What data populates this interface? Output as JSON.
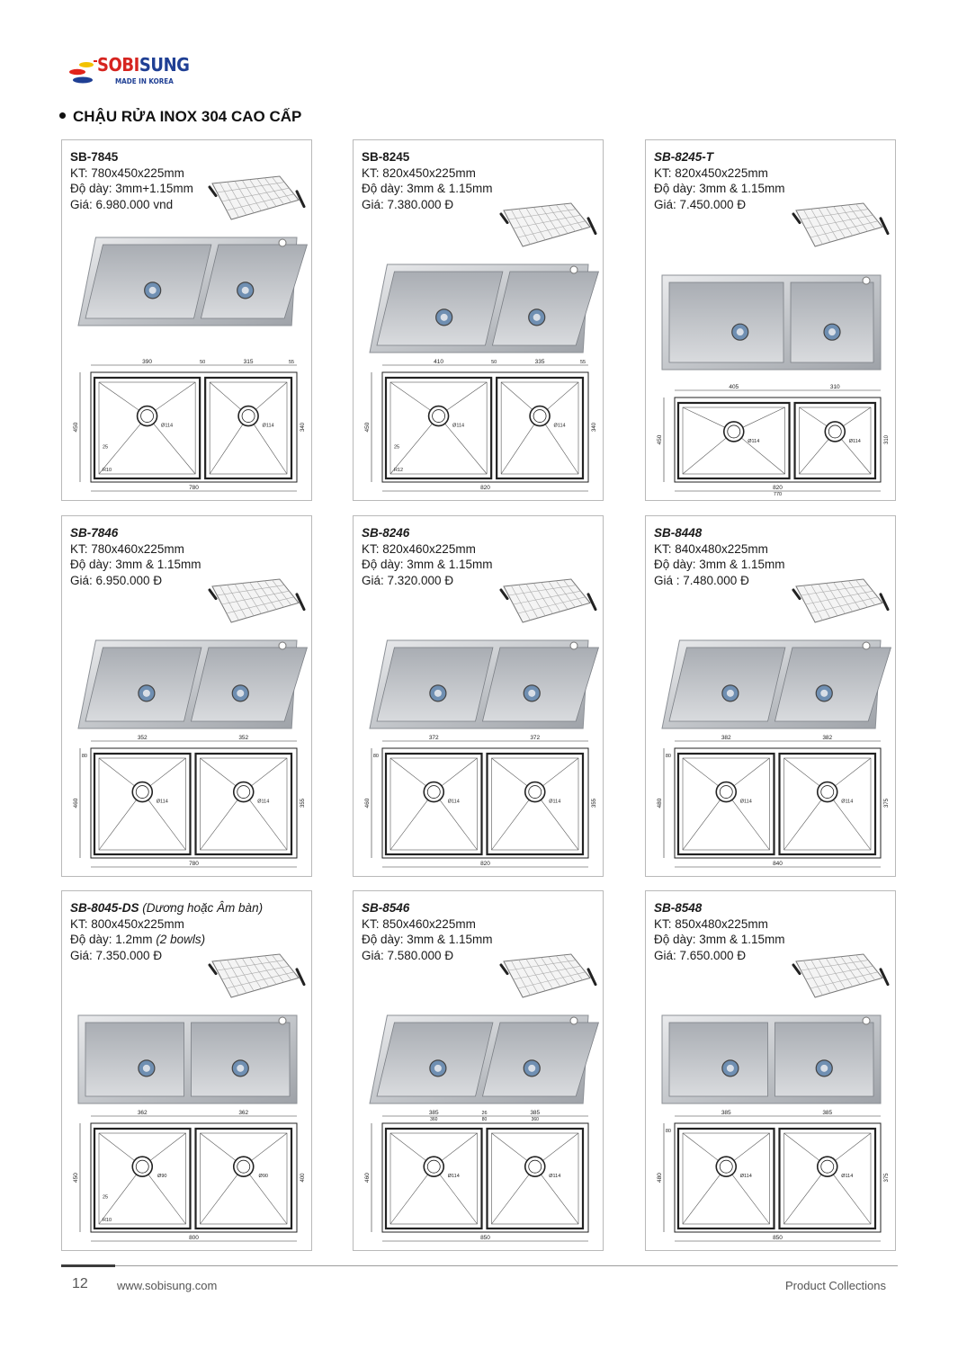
{
  "brand": {
    "name_part1": "SOBI",
    "name_part2": "SUNG",
    "tagline": "MADE IN KOREA"
  },
  "section_title": "CHẬU RỬA INOX 304 CAO CẤP",
  "products": [
    {
      "model": "SB-7845",
      "size": "KT: 780x450x225mm",
      "thickness": "Độ dày: 3mm+1.15mm",
      "price": "Giá: 6.980.000 vnd",
      "dims": {
        "total": "780",
        "left": "390",
        "mid": "50",
        "right": "315",
        "edge": "55",
        "height": "450",
        "inner": "340",
        "drain_l": "Ø114",
        "drain_r": "Ø114",
        "corner": "R10",
        "wall": "25"
      }
    },
    {
      "model": "SB-8245",
      "size": "KT: 820x450x225mm",
      "thickness": "Độ dày: 3mm & 1.15mm",
      "price": "Giá: 7.380.000 Đ",
      "dims": {
        "total": "820",
        "left": "410",
        "mid": "50",
        "right": "335",
        "edge": "55",
        "height": "450",
        "inner": "340",
        "drain_l": "Ø114",
        "drain_r": "Ø114",
        "corner": "R12",
        "wall": "25"
      }
    },
    {
      "model": "SB-8245-T",
      "size": "KT: 820x450x225mm",
      "thickness": "Độ dày: 3mm & 1.15mm",
      "price": "Giá: 7.450.000 Đ",
      "dims": {
        "total": "820",
        "left": "405",
        "right": "310",
        "inner_w": "770",
        "height": "450",
        "inner": "310",
        "drain_l": "Ø114",
        "drain_r": "Ø114"
      }
    },
    {
      "model": "SB-7846",
      "size": "KT: 780x460x225mm",
      "thickness": "Độ dày: 3mm & 1.15mm",
      "price": "Giá: 6.950.000 Đ",
      "dims": {
        "total": "780",
        "left": "352",
        "right": "352",
        "height": "460",
        "inner": "355",
        "top": "80",
        "drain_l": "Ø114",
        "drain_r": "Ø114"
      }
    },
    {
      "model": "SB-8246",
      "size": "KT: 820x460x225mm",
      "thickness": "Độ dày: 3mm & 1.15mm",
      "price": "Giá: 7.320.000 Đ",
      "dims": {
        "total": "820",
        "left": "372",
        "right": "372",
        "height": "460",
        "inner": "355",
        "top": "80",
        "drain_l": "Ø114",
        "drain_r": "Ø114"
      }
    },
    {
      "model": "SB-8448",
      "size": "KT: 840x480x225mm",
      "thickness": "Độ dày: 3mm & 1.15mm",
      "price": "Giá : 7.480.000 Đ",
      "dims": {
        "total": "840",
        "left": "382",
        "right": "382",
        "height": "480",
        "inner": "375",
        "top": "80",
        "drain_l": "Ø114",
        "drain_r": "Ø114"
      }
    },
    {
      "model": "SB-8045-DS",
      "model_note": "(Dương hoặc Âm bàn)",
      "size": "KT: 800x450x225mm",
      "thickness": "Độ dày: 1.2mm",
      "thickness_note": "(2 bowls)",
      "price": "Giá: 7.350.000 Đ",
      "dims": {
        "total": "800",
        "left": "362",
        "right": "362",
        "height": "450",
        "inner": "400",
        "corner": "R10",
        "drain_l": "Ø90",
        "drain_r": "Ø90",
        "wall": "25"
      }
    },
    {
      "model": "SB-8546",
      "size": "KT: 850x460x225mm",
      "thickness": "Độ dày: 3mm & 1.15mm",
      "price": "Giá: 7.580.000 Đ",
      "dims": {
        "total": "850",
        "left": "385",
        "right": "385",
        "top_l": "360",
        "top_m": "80",
        "top_r": "360",
        "mid": "26",
        "height": "460",
        "drain_l": "Ø114",
        "drain_r": "Ø114"
      }
    },
    {
      "model": "SB-8548",
      "size": "KT: 850x480x225mm",
      "thickness": "Độ dày: 3mm & 1.15mm",
      "price": "Giá: 7.650.000 Đ",
      "dims": {
        "total": "850",
        "left": "385",
        "right": "385",
        "height": "480",
        "inner": "375",
        "top": "80",
        "drain_l": "Ø114",
        "drain_r": "Ø114"
      }
    }
  ],
  "footer": {
    "page": "12",
    "website": "www.sobisung.com",
    "collection": "Product Collections"
  }
}
